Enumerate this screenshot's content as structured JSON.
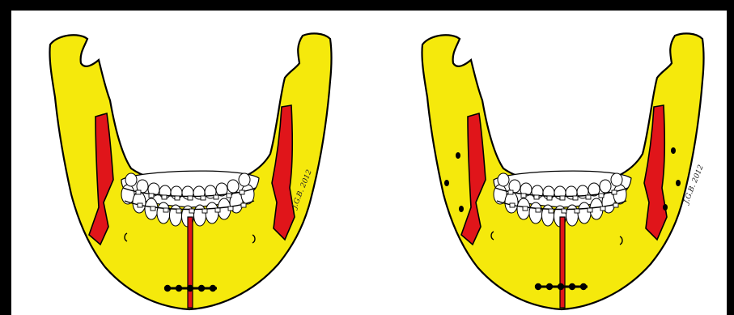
{
  "figure": {
    "panels": [
      {
        "id": "left",
        "fixation": "single midline plate",
        "screws_in_ramus": 0
      },
      {
        "id": "right",
        "fixation": "midline plate plus screws",
        "screws_in_ramus": 6
      }
    ],
    "signature_text": "J.G.B. 2012"
  },
  "colors": {
    "bone": "#f5e90c",
    "osteotomy": "#e0151a",
    "outline": "#000000",
    "tooth": "#ffffff",
    "background": "#ffffff"
  }
}
